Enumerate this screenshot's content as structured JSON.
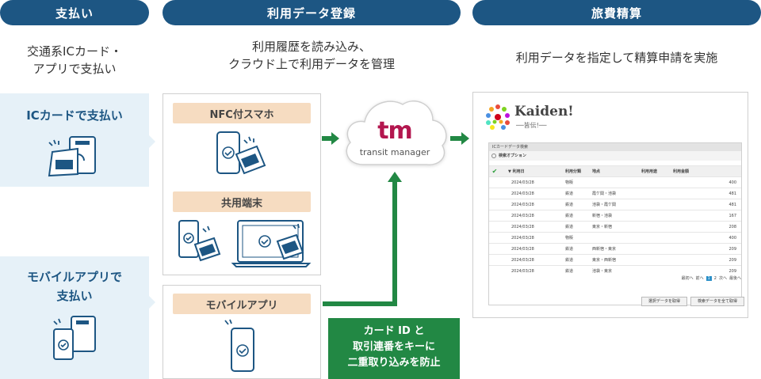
{
  "columns": {
    "payment": {
      "title": "支払い",
      "line1": "交通系ICカード・",
      "line2": "アプリで支払い"
    },
    "register": {
      "title": "利用データ登録",
      "line1": "利用履歴を読み込み、",
      "line2": "クラウド上で利用データを管理"
    },
    "settle": {
      "title": "旅費精算",
      "line1": "利用データを指定して精算申請を実施"
    }
  },
  "payment_methods": {
    "ic": {
      "label": "ICカードで支払い"
    },
    "mobile": {
      "line1": "モバイルアプリで",
      "line2": "支払い"
    }
  },
  "devices": {
    "nfc": "NFC付スマホ",
    "shared": "共用端末",
    "mobile_app": "モバイルアプリ"
  },
  "cloud": {
    "logo": "tm",
    "name": "transit manager"
  },
  "note": {
    "line1": "カード ID と",
    "line2": "取引連番をキーに",
    "line3": "二重取り込みを防止"
  },
  "kaiden": {
    "logo": "Kaiden!",
    "sub": "──皆伝!──",
    "panel_title": "ICカードデータ検索",
    "search_option": "検索オプション",
    "headers": [
      "利用日",
      "利用分類",
      "地点",
      "利用用途",
      "利用金額"
    ],
    "rows": [
      [
        "2024/03/28",
        "物販",
        "",
        "",
        "400"
      ],
      [
        "2024/03/28",
        "鉄道",
        "霞ケ関・池袋",
        "",
        "481"
      ],
      [
        "2024/03/28",
        "鉄道",
        "池袋・霞ケ関",
        "",
        "481"
      ],
      [
        "2024/03/28",
        "鉄道",
        "新宿・池袋",
        "",
        "167"
      ],
      [
        "2024/03/28",
        "鉄道",
        "東京・新宿",
        "",
        "208"
      ],
      [
        "2024/03/28",
        "物販",
        "",
        "",
        "400"
      ],
      [
        "2024/03/28",
        "鉄道",
        "西新宿・東京",
        "",
        "209"
      ],
      [
        "2024/03/28",
        "鉄道",
        "東京・西新宿",
        "",
        "209"
      ],
      [
        "2024/03/28",
        "鉄道",
        "池袋・東京",
        "",
        "209"
      ]
    ],
    "pager": {
      "first": "最初へ",
      "prev": "前へ",
      "p1": "1",
      "p2": "2",
      "next": "次へ",
      "last": "最後へ"
    },
    "btn_select": "選択データを取得",
    "btn_all": "検索データを全て取得"
  },
  "colors": {
    "navy": "#1d5683",
    "green": "#228844",
    "tag": "#f6dcc1",
    "light_blue": "#e6f1f8",
    "brand": "#b3174f"
  }
}
